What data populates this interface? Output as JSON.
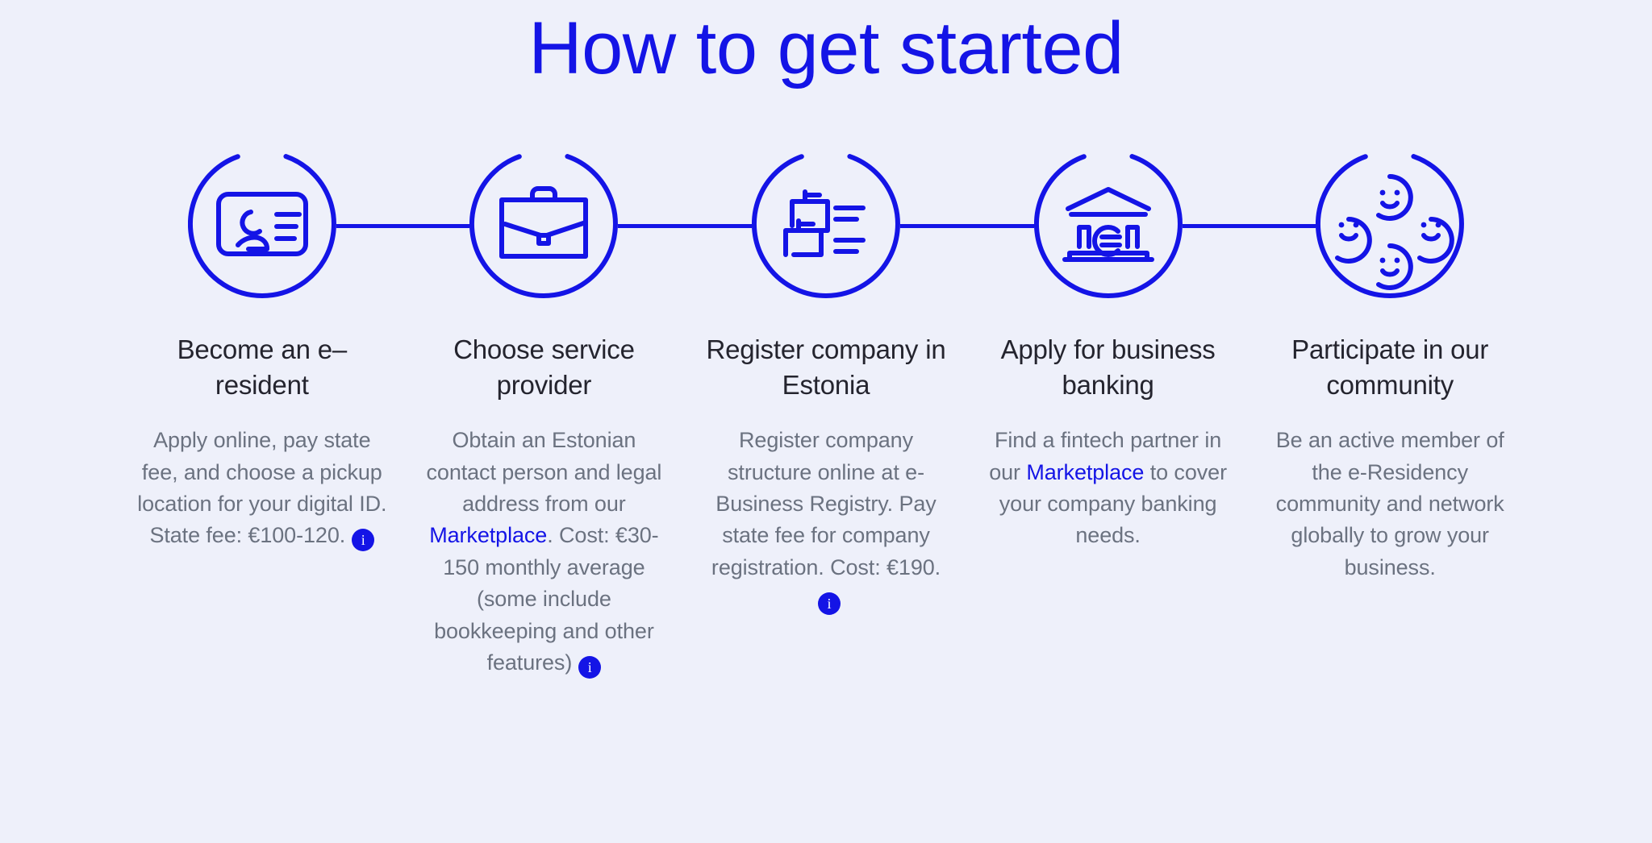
{
  "header": {
    "title": "How to get started"
  },
  "colors": {
    "background": "#eef0fa",
    "accent_blue": "#1414e6",
    "heading_text": "#24242e",
    "body_text": "#6b7280",
    "badge_bg": "#1414e6",
    "badge_text": "#ffffff"
  },
  "steps": [
    {
      "icon": "id-card-icon",
      "title": "Become an e–resident",
      "body_before": "Apply online, pay state fee, and choose a pickup location for your digital ID. State fee: €100-120.",
      "link_label": "",
      "body_after": "",
      "info_badge": "i",
      "has_info": true
    },
    {
      "icon": "briefcase-icon",
      "title": "Choose service provider",
      "body_before": "Obtain an Estonian contact person and legal address from our ",
      "link_label": "Marketplace",
      "body_after": ". Cost: €30-150 monthly average (some include bookkeeping and other features)",
      "info_badge": "i",
      "has_info": true
    },
    {
      "icon": "company-registry-icon",
      "title": "Register company in Estonia",
      "body_before": "Register company structure online at e-Business Registry. Pay state fee for company registration. Cost: €190.",
      "link_label": "",
      "body_after": "",
      "info_badge": "i",
      "has_info": true
    },
    {
      "icon": "bank-euro-icon",
      "title": "Apply for business banking",
      "body_before": "Find a fintech partner in our ",
      "link_label": "Marketplace",
      "body_after": " to cover your company banking needs.",
      "info_badge": "",
      "has_info": false
    },
    {
      "icon": "community-smileys-icon",
      "title": "Participate in our community",
      "body_before": "Be an active member of the e-Residency community and network globally to grow your business.",
      "link_label": "",
      "body_after": "",
      "info_badge": "",
      "has_info": false
    }
  ]
}
